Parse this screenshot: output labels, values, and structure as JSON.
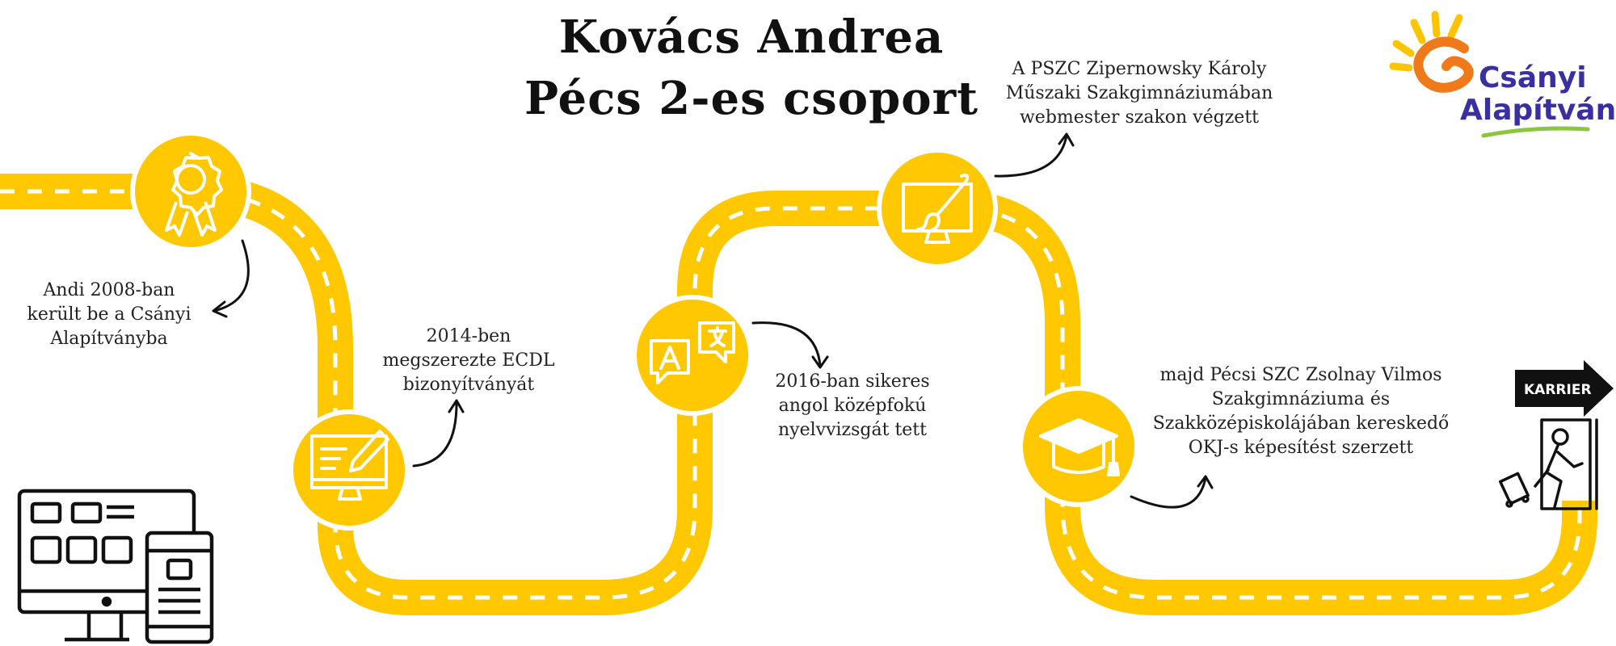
{
  "title": {
    "line1": "Kovács Andrea",
    "line2": "Pécs 2-es csoport"
  },
  "logo": {
    "line1": "Csányi",
    "line2": "Alapítvány"
  },
  "milestones": [
    {
      "icon": "award-ribbon-icon",
      "lines": [
        "Andi 2008-ban",
        "került be a Csányi",
        "Alapítványba"
      ]
    },
    {
      "icon": "monitor-pencil-icon",
      "lines": [
        "2014-ben",
        "megszerezte ECDL",
        "bizonyítványát"
      ]
    },
    {
      "icon": "translate-bubbles-icon",
      "lines": [
        "2016-ban sikeres",
        "angol középfokú",
        "nyelvvizsgát tett"
      ]
    },
    {
      "icon": "monitor-brush-icon",
      "lines": [
        "A PSZC Zipernowsky Károly",
        "Műszaki Szakgimnáziumában",
        "webmester szakon végzett"
      ]
    },
    {
      "icon": "graduation-cap-icon",
      "lines": [
        "majd Pécsi SZC Zsolnay Vilmos",
        "Szakgimnáziuma és",
        "Szakközépiskolájában kereskedő",
        "OKJ-s képesítést szerzett"
      ]
    }
  ],
  "destination": {
    "label": "KARRIER",
    "icon": "person-exit-door-icon"
  },
  "decor": {
    "icon": "computer-and-mobile-icon"
  },
  "colors": {
    "road": "#FFC800",
    "dash": "#ffffff",
    "text": "#222222",
    "logo_text": "#3a2fa0",
    "logo_orange": "#F07A1A",
    "logo_yellow": "#FFC400",
    "logo_green": "#8CC63F"
  }
}
